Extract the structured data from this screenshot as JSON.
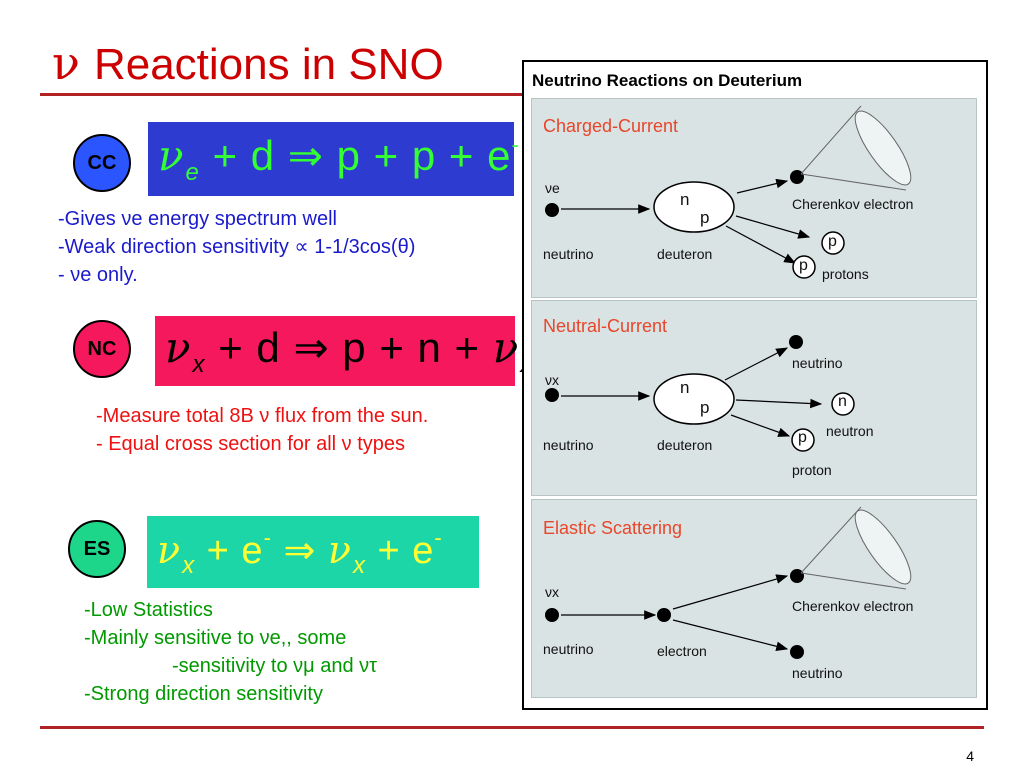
{
  "title": {
    "symbol": "ν",
    "text": "Reactions in SNO"
  },
  "left": {
    "cc": {
      "badge": "CC",
      "box_color": "#2e3bd0",
      "eq_color": "#33ff33",
      "lines": [
        "-Gives νe energy spectrum well",
        "-Weak direction sensitivity ∝ 1-1/3cos(θ)",
        "- νe only."
      ]
    },
    "nc": {
      "badge": "NC",
      "box_color": "#f5185c",
      "eq_color": "#000000",
      "lines": [
        "-Measure total 8B ν flux from the sun.",
        "- Equal cross section for all ν types"
      ]
    },
    "es": {
      "badge": "ES",
      "box_color": "#1dd6a8",
      "eq_color": "#ffff33",
      "lines": [
        "-Low Statistics",
        "-Mainly sensitive to νe,, some",
        "-sensitivity to νμ and ντ",
        "-Strong direction sensitivity"
      ]
    }
  },
  "panel": {
    "title": "Neutrino Reactions on Deuterium",
    "cc": {
      "title": "Charged-Current",
      "nu_label": "νe",
      "neutrino": "neutrino",
      "deuteron": "deuteron",
      "n": "n",
      "p": "p",
      "out1": "Cherenkov electron",
      "out2": "protons",
      "pp1": "p",
      "pp2": "p"
    },
    "nc": {
      "title": "Neutral-Current",
      "nu_label": "νx",
      "neutrino": "neutrino",
      "deuteron": "deuteron",
      "n": "n",
      "p": "p",
      "out1": "neutrino",
      "out2": "neutron",
      "out3": "proton",
      "on": "n",
      "op": "p"
    },
    "es": {
      "title": "Elastic Scattering",
      "nu_label": "νx",
      "neutrino": "neutrino",
      "electron": "electron",
      "out1": "Cherenkov electron",
      "out2": "neutrino"
    }
  },
  "page_number": "4"
}
